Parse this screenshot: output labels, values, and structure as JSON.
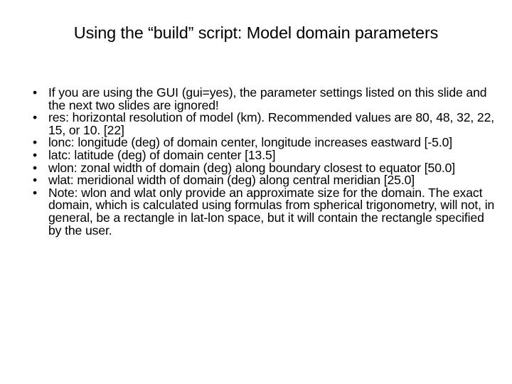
{
  "slide": {
    "title": "Using the “build” script: Model domain parameters",
    "background_color": "#ffffff",
    "text_color": "#000000",
    "bullet_glyph": "•",
    "bullets": [
      {
        "marker": "•",
        "text": "If you are using the GUI (gui=yes), the parameter settings listed on this slide and the next two slides are ignored!"
      },
      {
        "marker": "•",
        "text": "res: horizontal resolution of model (km). Recommended values are 80, 48, 32, 22, 15, or 10. [22]"
      },
      {
        "marker": "•",
        "text": "lonc: longitude (deg) of domain center, longitude increases eastward [-5.0]"
      },
      {
        "marker": "•",
        "text": "latc: latitude (deg) of domain center [13.5]"
      },
      {
        "marker": "•",
        "text": "wlon: zonal width of domain (deg) along boundary closest to equator [50.0]"
      },
      {
        "marker": "•",
        "text": "wlat: meridional width of domain (deg) along central meridian [25.0]"
      },
      {
        "marker": "•",
        "text": "Note: wlon and wlat only provide an approximate size for the domain. The exact domain, which is calculated using formulas from spherical trigonometry, will not, in general, be a rectangle in lat-lon space, but it will contain the rectangle specified by the user."
      }
    ]
  }
}
